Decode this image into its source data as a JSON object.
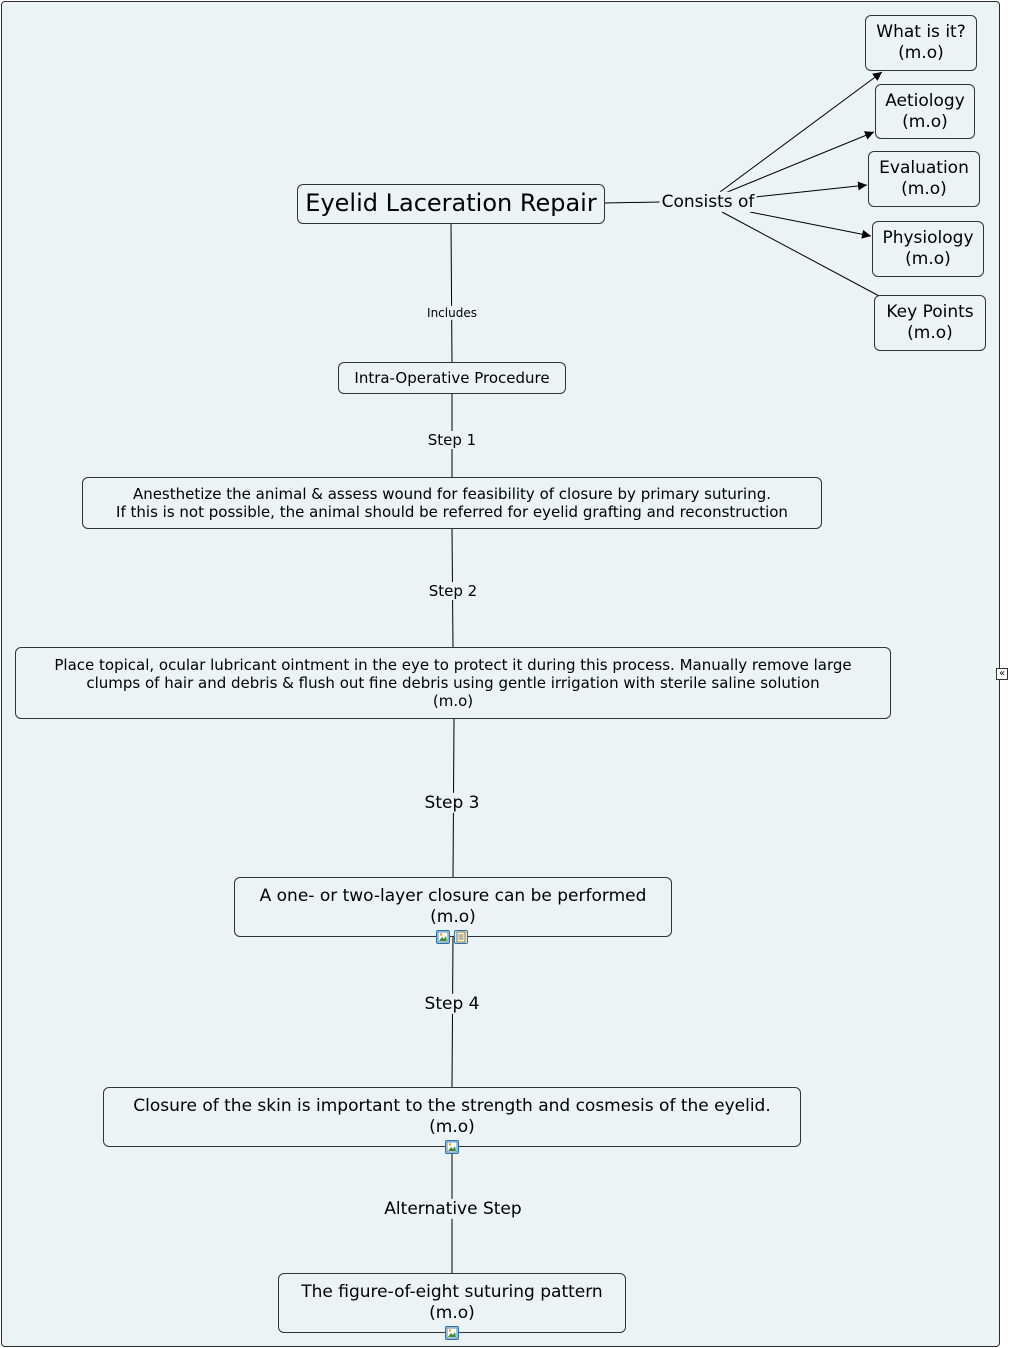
{
  "root": {
    "label": "Eyelid Laceration Repair"
  },
  "consists_of_label": "Consists of",
  "branches": [
    {
      "label": "What is it?\n(m.o)"
    },
    {
      "label": "Aetiology\n(m.o)"
    },
    {
      "label": "Evaluation\n(m.o)"
    },
    {
      "label": "Physiology\n(m.o)"
    },
    {
      "label": "Key Points\n(m.o)"
    }
  ],
  "includes_label": "Includes",
  "intra_op": {
    "label": "Intra-Operative Procedure"
  },
  "steps": [
    {
      "link_label": "Step 1",
      "text": "Anesthetize the animal & assess wound for feasibility of closure by primary suturing.\nIf this is not possible, the animal should be referred for eyelid grafting and reconstruction"
    },
    {
      "link_label": "Step 2",
      "text": "Place topical, ocular lubricant ointment in the eye to protect it during this process. Manually remove large\nclumps of hair and debris & flush out fine debris using gentle irrigation with sterile saline solution\n(m.o)"
    },
    {
      "link_label": "Step 3",
      "text": "A one- or two-layer closure can be performed\n(m.o)"
    },
    {
      "link_label": "Step 4",
      "text": "Closure of the skin is important to the strength and cosmesis of the eyelid.\n(m.o)"
    },
    {
      "link_label": "Alternative Step",
      "text": "The figure-of-eight suturing pattern\n(m.o)"
    }
  ],
  "icons": {
    "image": "image-icon",
    "note": "note-icon",
    "collapse": "double-chevron-left-icon"
  },
  "colors": {
    "background": "#ebf3f5",
    "line": "#000000",
    "icon_border": "#2f6f9f"
  },
  "collapse_glyph": "«"
}
